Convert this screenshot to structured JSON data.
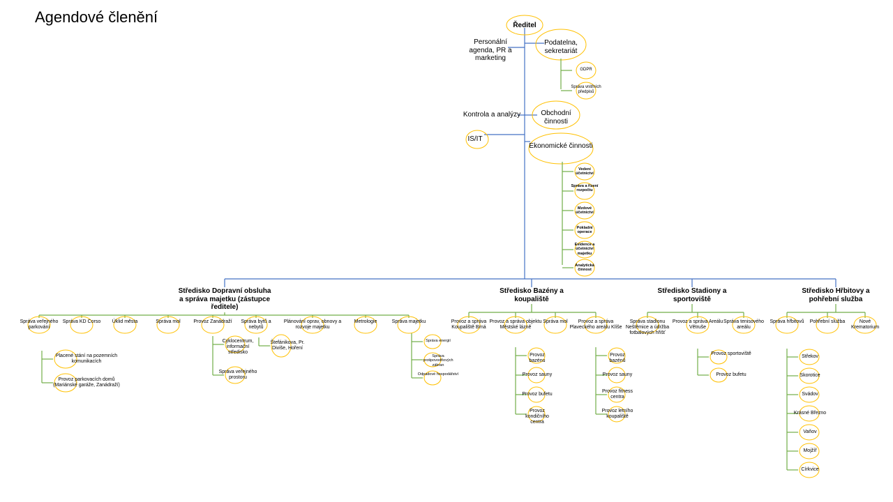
{
  "title": "Agendové členění",
  "colors": {
    "blue_line": "#4472c4",
    "green_line": "#70ad47",
    "bubble_outline": "#ffc000",
    "text": "#000000"
  },
  "top": {
    "director": "Ředitel",
    "personnel": "Personální agenda, PR a marketing",
    "registry": "Podatelna, sekretariát",
    "registry_items": [
      "GDPR",
      "Správa vnitřních předpisů"
    ],
    "control": "Kontrola a analýzy",
    "commercial": "Obchodní činnosti",
    "isit": "IS/IT",
    "economic": "Ekonomické činnosti",
    "economic_items": [
      "Vedení účetnictví",
      "Správa a řízení rozpočtu",
      "Mzdové účetnictví",
      "Pokladní operace",
      "Evidence a účetnictví majetku",
      "Analytická činnost"
    ]
  },
  "centers": [
    {
      "name": "Středisko Dopravní obsluha a správa majetku (zástupce ředitele)",
      "units": [
        {
          "name": "Správa veřejného parkování",
          "children": [
            "Placené stání na pozemních komunikacích",
            "Provoz parkovacích domů (Mariánské garáže, Zanádraží)"
          ]
        },
        {
          "name": "Správa KD Corso",
          "children": []
        },
        {
          "name": "Úklid města",
          "children": []
        },
        {
          "name": "Správa mol",
          "children": []
        },
        {
          "name": "Provoz Zanádraží",
          "children": [
            "Cyklocentrum, informační středisko",
            "Správa veřejného prostoru"
          ]
        },
        {
          "name": "Správa bytů a nebytů",
          "children": [
            "Štefánikova, Pr. Diviše, Hoření"
          ]
        },
        {
          "name": "Plánování oprav, obnovy a rozvoje majetku",
          "children": []
        },
        {
          "name": "Metrologie",
          "children": []
        },
        {
          "name": "Správa majetku",
          "children": [
            "Správa energií",
            "Správa protipovodňových zábran",
            "Odpadové hospodářství"
          ]
        }
      ]
    },
    {
      "name": "Středisko Bazény a koupaliště",
      "units": [
        {
          "name": "Provoz a správa Koupaliště Brná",
          "children": []
        },
        {
          "name": "Provoz a správa objektu Městské lázně",
          "children": [
            "Provoz bazénu",
            "Provoz sauny",
            "Provoz bufetu",
            "Provoz kondičního centra"
          ]
        },
        {
          "name": "Správa mol",
          "children": []
        },
        {
          "name": "Provoz a správa Plaveckého areálu Klíše",
          "children": [
            "Provoz bazénů",
            "Provoz sauny",
            "Provoz fitness centra",
            "Provoz letního koupaliště"
          ]
        }
      ]
    },
    {
      "name": "Středisko Stadiony a sportoviště",
      "units": [
        {
          "name": "Správa stadionu Neštěmice a údržba fotbalových hřišť",
          "children": []
        },
        {
          "name": "Provoz a správa Areálu Větruše",
          "children": [
            "Provoz sportoviště",
            "Provoz bufetu"
          ]
        },
        {
          "name": "Správa tenisového areálu",
          "children": []
        }
      ]
    },
    {
      "name": "Středisko Hřbitovy a pohřební služba",
      "units": [
        {
          "name": "Správa hřbitovů",
          "children": [
            "Střekov",
            "Skorotice",
            "Svádov",
            "Krásné Březno",
            "Vaňov",
            "Mojžíř",
            "Církvice"
          ]
        },
        {
          "name": "Pohřební služba",
          "children": []
        },
        {
          "name": "Nové Krematorium",
          "children": []
        }
      ]
    }
  ]
}
